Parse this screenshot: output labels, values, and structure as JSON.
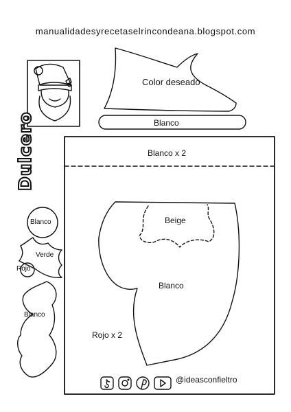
{
  "header": {
    "url": "manualidadesyrecetaselrincondeana.blogspot.com"
  },
  "title": "Dulcero",
  "pieces": {
    "hat": "Color deseado",
    "band": "Blanco",
    "board_top": "Blanco x 2",
    "face": "Beige",
    "beard": "Blanco",
    "board": "Rojo x 2"
  },
  "side_pieces": {
    "pompom": "Blanco",
    "holly_leaf": "Verde",
    "holly_berry": "Rojo",
    "small_beard": "Blanco"
  },
  "footer": {
    "handle": "@ideasconfieltro",
    "icons": [
      "tiktok-icon",
      "instagram-icon",
      "pinterest-icon",
      "youtube-icon"
    ]
  }
}
